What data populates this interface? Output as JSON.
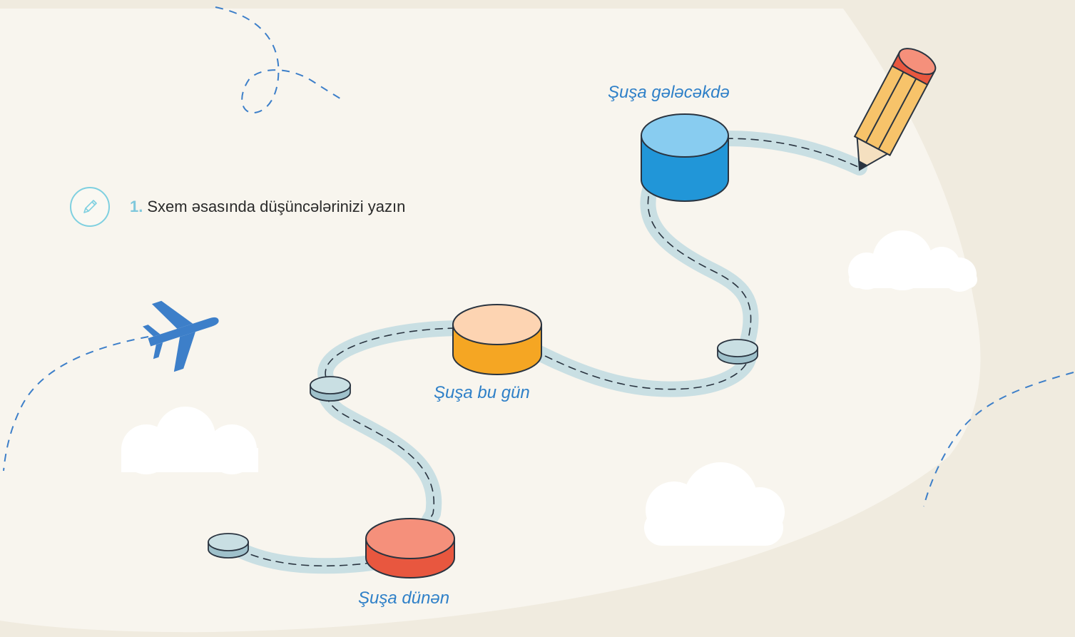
{
  "task": {
    "number": "1.",
    "text": "Sxem əsasında düşüncələrinizi yazın",
    "icon": "pencil-icon"
  },
  "stages": [
    {
      "label": "Şuşa dünən",
      "color": "#F2705A"
    },
    {
      "label": "Şuşa bu gün",
      "color": "#F5A623"
    },
    {
      "label": "Şuşa gələcəkdə",
      "color": "#2196D8"
    }
  ],
  "colors": {
    "background": "#F0EBDF",
    "panel": "#F8F5EE",
    "road": "#C9DFE3",
    "label": "#2F80C8",
    "plane": "#3D7FC9"
  }
}
